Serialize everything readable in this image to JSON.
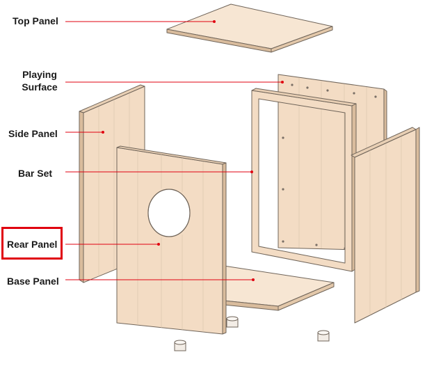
{
  "labels": {
    "top_panel": "Top Panel",
    "playing_surface_line1": "Playing",
    "playing_surface_line2": "Surface",
    "side_panel": "Side Panel",
    "bar_set": "Bar Set",
    "rear_panel": "Rear Panel",
    "base_panel": "Base Panel"
  },
  "highlighted_label": "rear_panel",
  "colors": {
    "wood_face": "#f3dcc4",
    "wood_face_light": "#f7e6d3",
    "wood_edge": "#d9bc9d",
    "outline": "#6f6459",
    "leader": "#e0000f",
    "highlight_box": "#e0000f"
  }
}
